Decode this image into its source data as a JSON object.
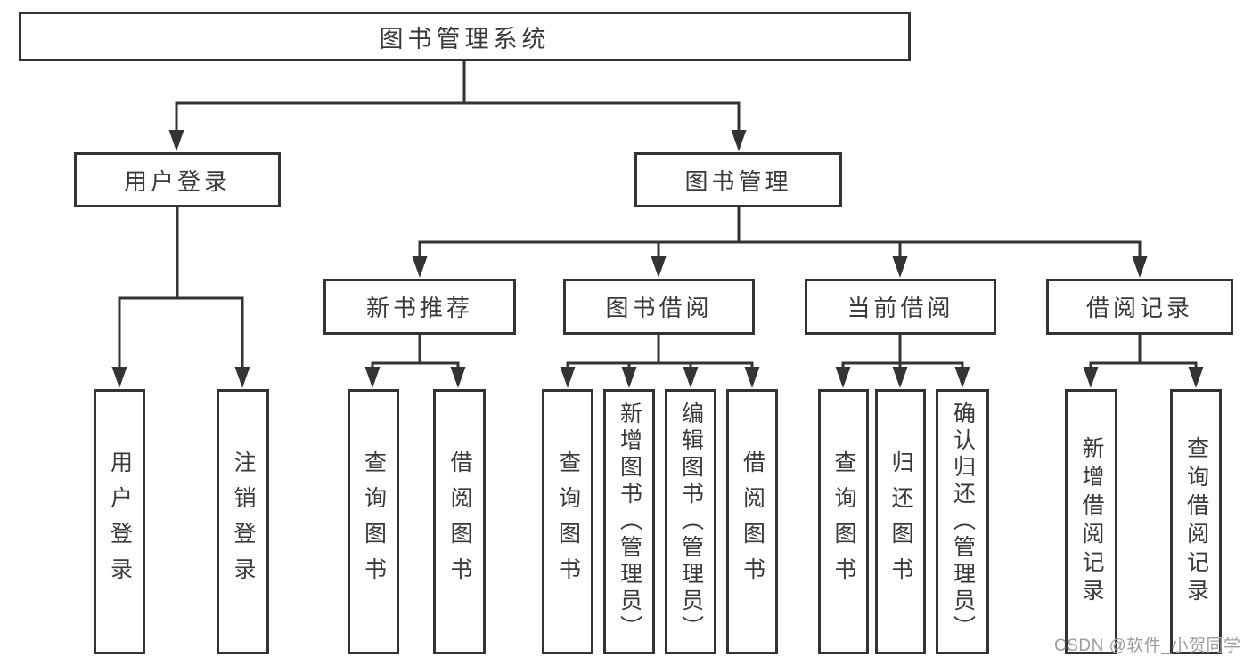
{
  "diagram": {
    "root": {
      "label": "图书管理系统"
    },
    "level2": [
      {
        "label": "用户登录"
      },
      {
        "label": "图书管理"
      }
    ],
    "level3": [
      {
        "label": "新书推荐"
      },
      {
        "label": "图书借阅"
      },
      {
        "label": "当前借阅"
      },
      {
        "label": "借阅记录"
      }
    ],
    "leaves": [
      {
        "label": "用户登录"
      },
      {
        "label": "注销登录"
      },
      {
        "label": "查询图书"
      },
      {
        "label": "借阅图书"
      },
      {
        "label": "查询图书"
      },
      {
        "label": "新增图书（管理员）"
      },
      {
        "label": "编辑图书（管理员）"
      },
      {
        "label": "借阅图书"
      },
      {
        "label": "查询图书"
      },
      {
        "label": "归还图书"
      },
      {
        "label": "确认归还（管理员）"
      },
      {
        "label": "新增借阅记录"
      },
      {
        "label": "查询借阅记录"
      }
    ],
    "hierarchy": {
      "图书管理系统": [
        "用户登录",
        "图书管理"
      ],
      "用户登录": [
        "用户登录",
        "注销登录"
      ],
      "图书管理": [
        "新书推荐",
        "图书借阅",
        "当前借阅",
        "借阅记录"
      ],
      "新书推荐": [
        "查询图书",
        "借阅图书"
      ],
      "图书借阅": [
        "查询图书",
        "新增图书（管理员）",
        "编辑图书（管理员）",
        "借阅图书"
      ],
      "当前借阅": [
        "查询图书",
        "归还图书",
        "确认归还（管理员）"
      ],
      "借阅记录": [
        "新增借阅记录",
        "查询借阅记录"
      ]
    }
  },
  "watermark": {
    "text": "CSDN @软件_小贺同学"
  },
  "colors": {
    "line": "#333333",
    "box_border": "#333333",
    "text": "#3a3a3a",
    "watermark": "#9e9e9e",
    "background": "#ffffff"
  }
}
